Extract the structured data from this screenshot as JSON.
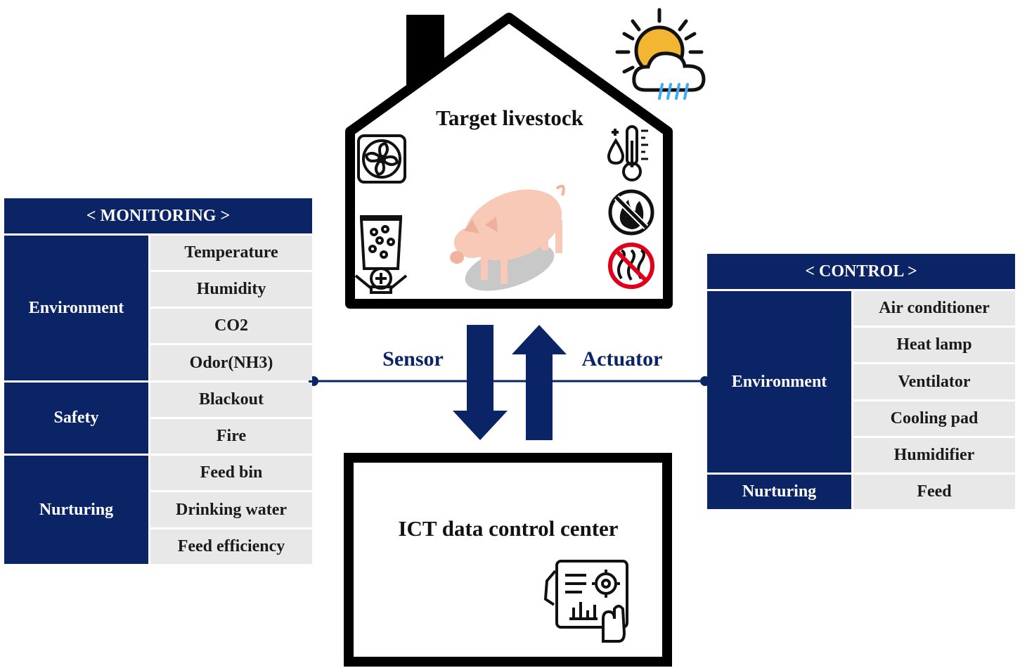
{
  "colors": {
    "navy": "#0b2466",
    "cell_bg": "#e8e8e8",
    "black": "#000000",
    "pig": "#f7c9b6",
    "sun": "#f2b632",
    "rain": "#3fa9f5",
    "no_red": "#e0001b"
  },
  "house": {
    "title": "Target livestock"
  },
  "center": {
    "title": "ICT data control center"
  },
  "flow": {
    "sensor_label": "Sensor",
    "actuator_label": "Actuator"
  },
  "monitoring": {
    "header": "< MONITORING >",
    "groups": [
      {
        "name": "Environment",
        "items": [
          "Temperature",
          "Humidity",
          "CO2",
          "Odor(NH3)"
        ]
      },
      {
        "name": "Safety",
        "items": [
          "Blackout",
          "Fire"
        ]
      },
      {
        "name": "Nurturing",
        "items": [
          "Feed bin",
          "Drinking water",
          "Feed efficiency"
        ]
      }
    ]
  },
  "control": {
    "header": "< CONTROL >",
    "groups": [
      {
        "name": "Environment",
        "items": [
          "Air conditioner",
          "Heat lamp",
          "Ventilator",
          "Cooling pad",
          "Humidifier"
        ]
      },
      {
        "name": "Nurturing",
        "items": [
          "Feed"
        ]
      }
    ]
  },
  "icons": [
    "weather-icon",
    "ventilation-fan-icon",
    "feeder-icon",
    "pig-icon",
    "thermometer-humidity-icon",
    "no-fire-icon",
    "no-heat-icon",
    "dashboard-touch-icon"
  ]
}
